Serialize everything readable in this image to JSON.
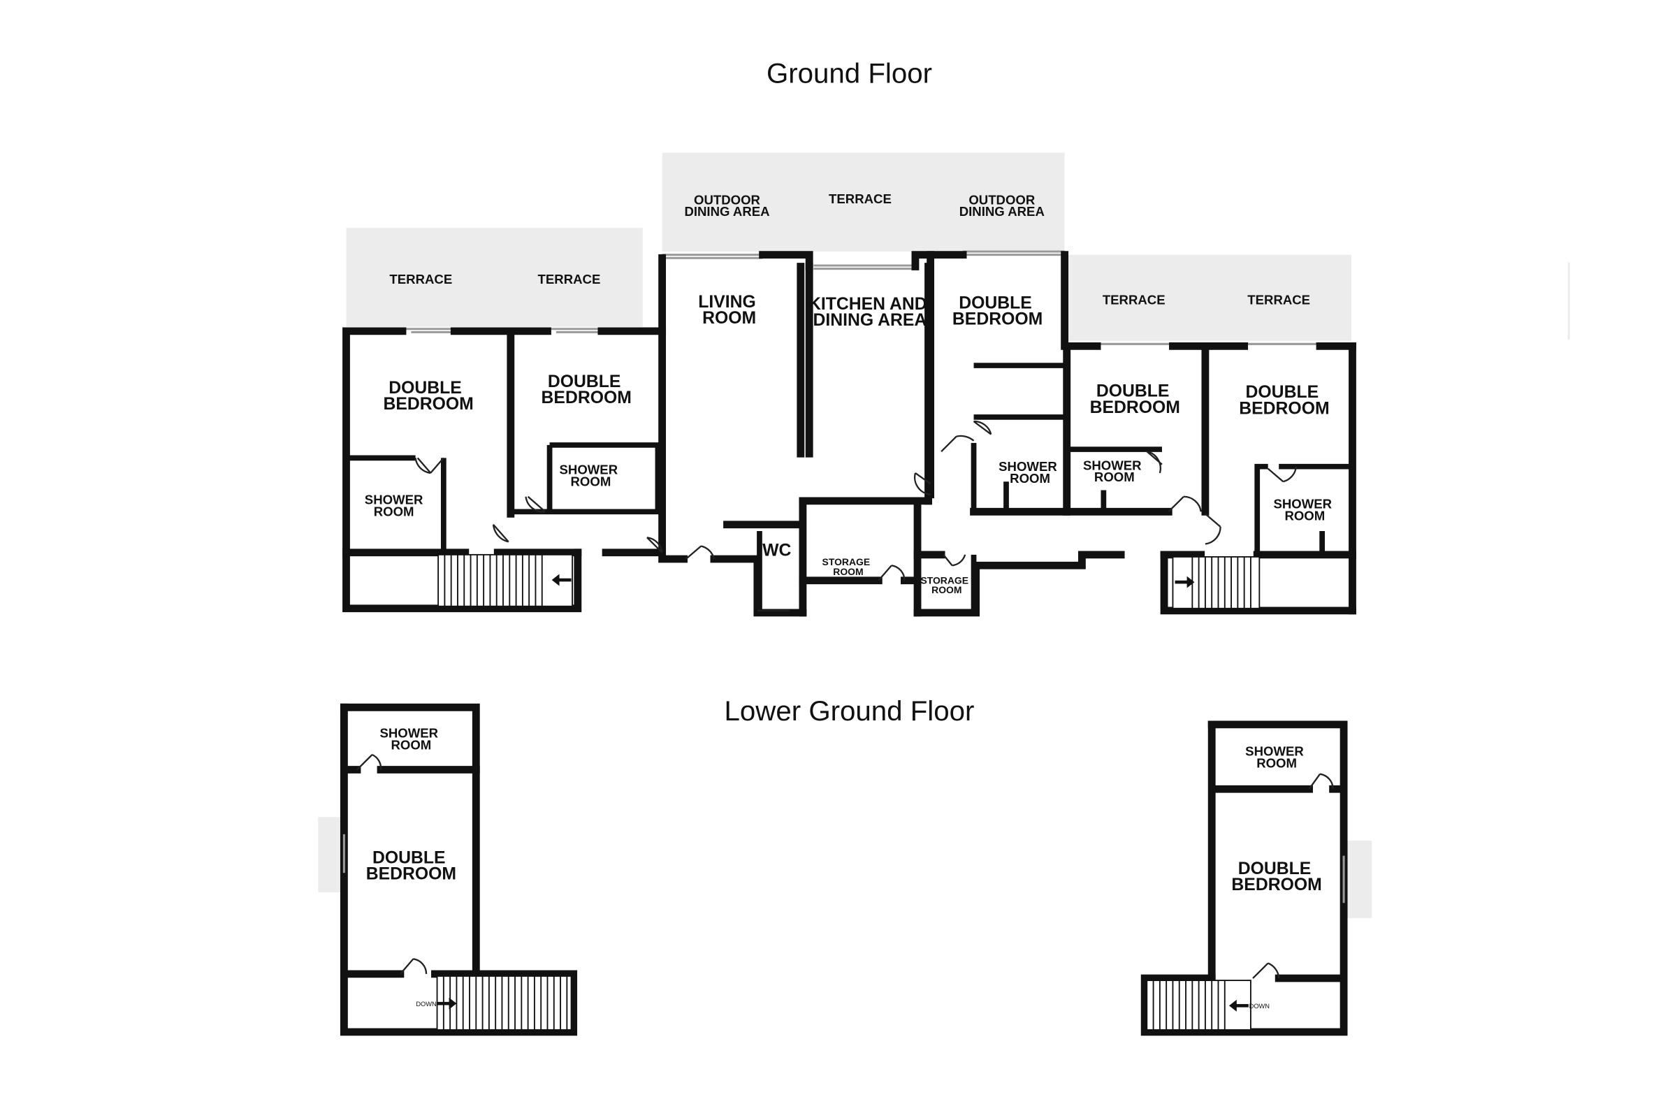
{
  "ground_floor": {
    "title": "Ground Floor",
    "rooms": {
      "terrace_left_1": "TERRACE",
      "terrace_left_2": "TERRACE",
      "outdoor_dining_left": [
        "OUTDOOR",
        "DINING AREA"
      ],
      "terrace_top": "TERRACE",
      "outdoor_dining_right": [
        "OUTDOOR",
        "DINING AREA"
      ],
      "terrace_right_1": "TERRACE",
      "terrace_right_2": "TERRACE",
      "living_room": [
        "LIVING",
        "ROOM"
      ],
      "kitchen": [
        "KITCHEN AND",
        "DINING AREA"
      ],
      "double_bedroom": [
        "DOUBLE",
        "BEDROOM"
      ],
      "shower_room": [
        "SHOWER",
        "ROOM"
      ],
      "wc": "WC",
      "storage_room": [
        "STORAGE",
        "ROOM"
      ]
    }
  },
  "lower_ground_floor": {
    "title": "Lower Ground Floor",
    "rooms": {
      "shower_room": [
        "SHOWER",
        "ROOM"
      ],
      "double_bedroom": [
        "DOUBLE",
        "BEDROOM"
      ],
      "stairs_label": "DOWN"
    }
  }
}
